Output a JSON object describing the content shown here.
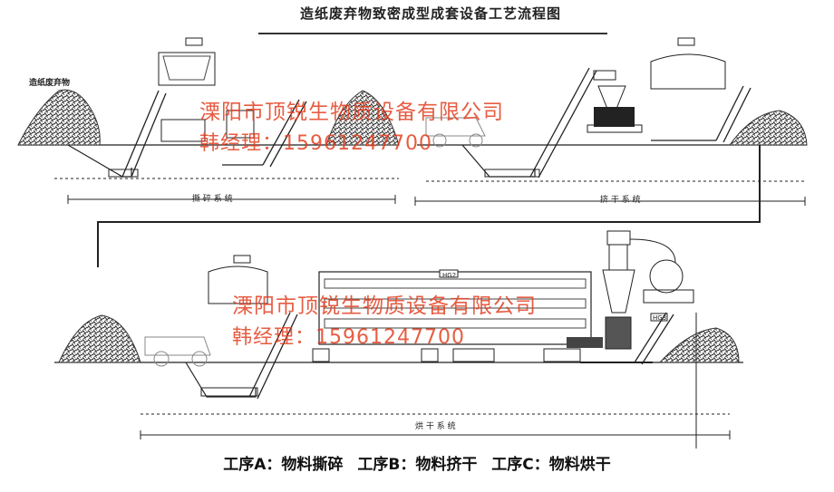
{
  "title": "造纸废弃物致密成型成套设备工艺流程图",
  "pile_label": "造纸废弃物",
  "systems": {
    "shred": "撕 碎 系 统",
    "squeeze": "挤 干 系 统",
    "dry": "烘 干 系 统"
  },
  "watermark": {
    "company": "溧阳市顶锐生物质设备有限公司",
    "contact": "韩经理：15961247700"
  },
  "legend": {
    "a": "工序A：物料撕碎",
    "b": "工序B：物料挤干",
    "c": "工序C：物料烘干"
  },
  "tags": {
    "dryer": "HG2",
    "out": "HG3"
  },
  "colors": {
    "line": "#222222",
    "watermark": "#e23a1a"
  }
}
